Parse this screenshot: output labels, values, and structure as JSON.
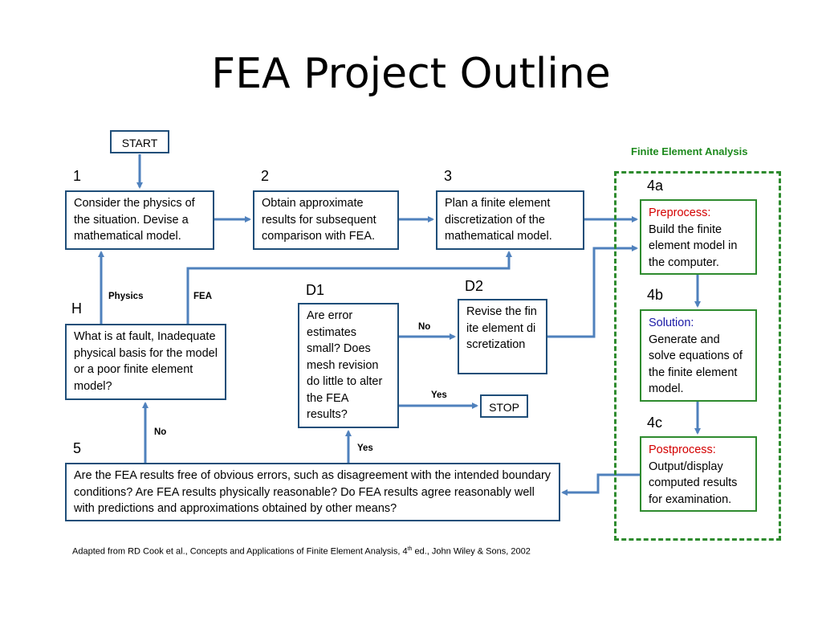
{
  "title": "FEA Project Outline",
  "start": "START",
  "stop": "STOP",
  "fea_group_title": "Finite Element Analysis",
  "steps": {
    "s1": {
      "num": "1",
      "text": "Consider the physics of the situation. Devise a mathematical model."
    },
    "s2": {
      "num": "2",
      "text": "Obtain approximate results for subsequent comparison with FEA."
    },
    "s3": {
      "num": "3",
      "text": "Plan a finite element discretization of the mathematical model."
    },
    "s4a": {
      "num": "4a",
      "head": "Preprocess:",
      "text": "Build the finite element model in the computer."
    },
    "s4b": {
      "num": "4b",
      "head": "Solution:",
      "text": "Generate and solve equations of the finite element model."
    },
    "s4c": {
      "num": "4c",
      "head": "Postprocess:",
      "text": "Output/display computed results for examination."
    },
    "s5": {
      "num": "5",
      "text": "Are the FEA results free of obvious errors, such as disagreement with the intended boundary conditions? Are FEA results physically reasonable? Do FEA results agree reasonably well with predictions and approximations obtained by other means?"
    },
    "d1": {
      "num": "D1",
      "text": "Are error estimates small? Does mesh revision do little to alter the FEA results?"
    },
    "d2": {
      "num": "D2",
      "text": "Revise the finite element discretization"
    },
    "h": {
      "num": "H",
      "text": "What is at fault, Inadequate physical basis for the model or a poor finite element model?"
    }
  },
  "edge_labels": {
    "physics": "Physics",
    "fea": "FEA",
    "no_d1": "No",
    "yes_d1": "Yes",
    "no_5": "No",
    "yes_5": "Yes"
  },
  "citation": {
    "pre": "Adapted from RD Cook et al., Concepts and Applications of Finite Element Analysis, 4",
    "sup": "th",
    "post": " ed., John Wiley & Sons, 2002"
  },
  "colors": {
    "box_border": "#1f4e79",
    "arrow": "#4f81bd",
    "fea_border": "#2e8b2e",
    "head_red": "#d40000",
    "head_blue": "#1a1aa6"
  }
}
